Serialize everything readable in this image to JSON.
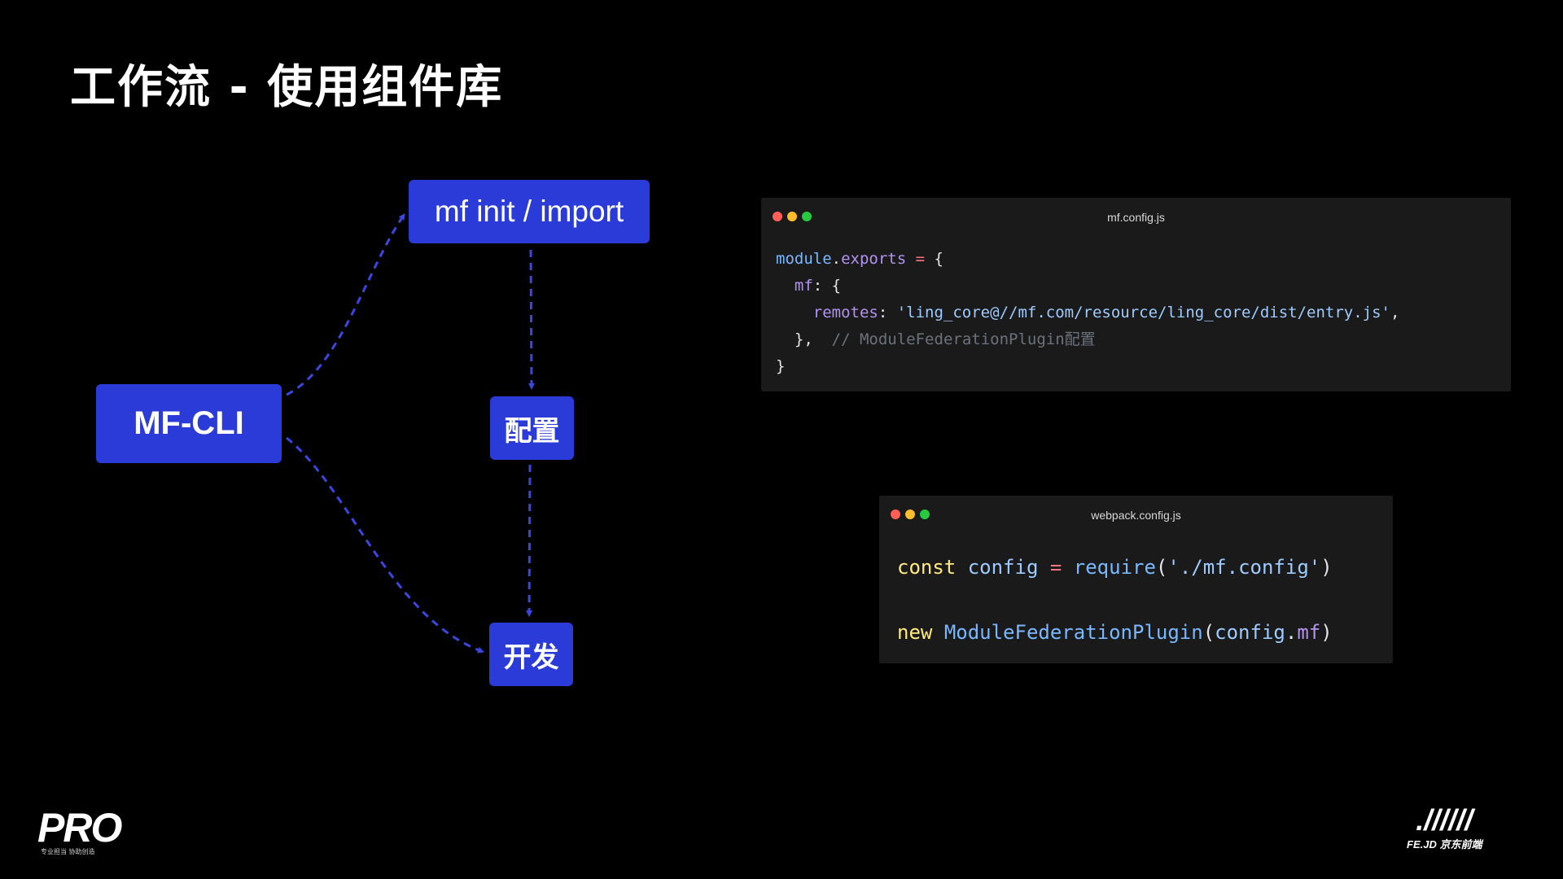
{
  "slide": {
    "title": "工作流 - 使用组件库"
  },
  "diagram": {
    "nodes": {
      "mf_cli": "MF-CLI",
      "mf_init": "mf init / import",
      "config": "配置",
      "dev": "开发"
    },
    "colors": {
      "node_fill": "#2b3bd8",
      "arrow": "#3a47e0"
    }
  },
  "code_windows": {
    "mf_config": {
      "filename": "mf.config.js",
      "lines": {
        "l1": {
          "a": "module",
          "b": ".",
          "c": "exports",
          "d": " = ",
          "e": "{"
        },
        "l2": {
          "a": "mf",
          "b": ": {"
        },
        "l3": {
          "a": "remotes",
          "b": ": ",
          "c": "'ling_core@//mf.com/resource/ling_core/dist/entry.js'",
          "d": ","
        },
        "l4": {
          "a": "},",
          "b": "// ModuleFederationPlugin配置"
        },
        "l5": {
          "a": "}"
        }
      }
    },
    "webpack_config": {
      "filename": "webpack.config.js",
      "lines": {
        "l1": {
          "a": "const",
          "b": "config",
          "c": "=",
          "d": "require",
          "e": "(",
          "f": "'./mf.config'",
          "g": ")"
        },
        "l2": {
          "a": "new",
          "b": "ModuleFederationPlugin",
          "c": "(",
          "d": "config",
          "e": ".",
          "f": "mf",
          "g": ")"
        }
      }
    }
  },
  "logos": {
    "left": {
      "main": "PRO",
      "sub": "专业担当 协助创造"
    },
    "right": {
      "main": ".//////",
      "sub": "FE.JD 京东前端"
    }
  }
}
